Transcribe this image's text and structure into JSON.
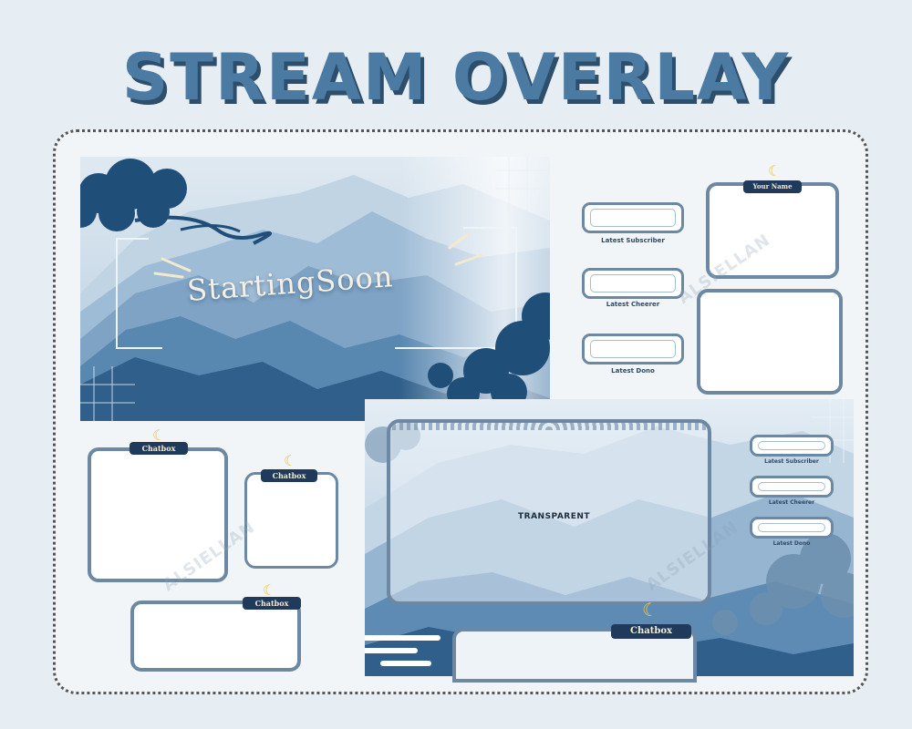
{
  "title": "STREAM OVERLAY",
  "starting": {
    "text": "StartingSoon"
  },
  "alerts": {
    "subscriber": "Latest Subscriber",
    "cheerer": "Latest Cheerer",
    "donor": "Latest Dono"
  },
  "camera": {
    "label": "Your Name"
  },
  "chat": {
    "label": "Chatbox"
  },
  "main_overlay": {
    "transparent_label": "TRANSPARENT"
  },
  "watermark": "ALSIELLAN",
  "colors": {
    "title": "#4b7aa3",
    "title_shadow": "#2e4f6b",
    "frame_border": "#555555",
    "box_border": "#6c88a3",
    "badge": "#1f3a5b",
    "moon": "#f0c44a",
    "mountain_dark": "#2f5f8a",
    "sky": "#d6e4ef"
  },
  "icons": [
    "moon-icon",
    "star-icon",
    "cloud-ornament-icon"
  ]
}
